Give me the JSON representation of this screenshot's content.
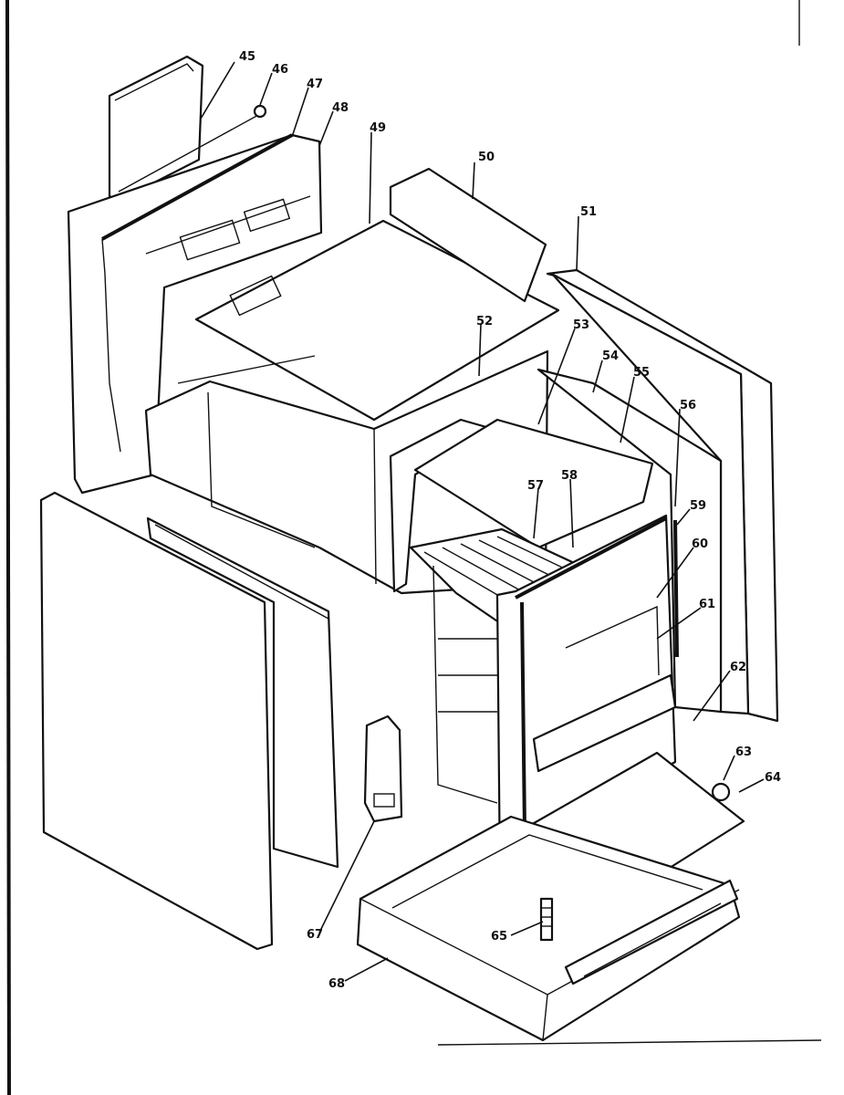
{
  "callouts": [
    {
      "id": "45",
      "label": "45"
    },
    {
      "id": "46",
      "label": "46"
    },
    {
      "id": "47",
      "label": "47"
    },
    {
      "id": "48",
      "label": "48"
    },
    {
      "id": "49",
      "label": "49"
    },
    {
      "id": "50",
      "label": "50"
    },
    {
      "id": "51",
      "label": "51"
    },
    {
      "id": "52",
      "label": "52"
    },
    {
      "id": "53",
      "label": "53"
    },
    {
      "id": "54",
      "label": "54"
    },
    {
      "id": "55",
      "label": "55"
    },
    {
      "id": "56",
      "label": "56"
    },
    {
      "id": "57",
      "label": "57"
    },
    {
      "id": "58",
      "label": "58"
    },
    {
      "id": "59",
      "label": "59"
    },
    {
      "id": "60",
      "label": "60"
    },
    {
      "id": "61",
      "label": "61"
    },
    {
      "id": "62",
      "label": "62"
    },
    {
      "id": "63",
      "label": "63"
    },
    {
      "id": "64",
      "label": "64"
    },
    {
      "id": "65",
      "label": "65"
    },
    {
      "id": "67",
      "label": "67"
    },
    {
      "id": "68",
      "label": "68"
    }
  ]
}
